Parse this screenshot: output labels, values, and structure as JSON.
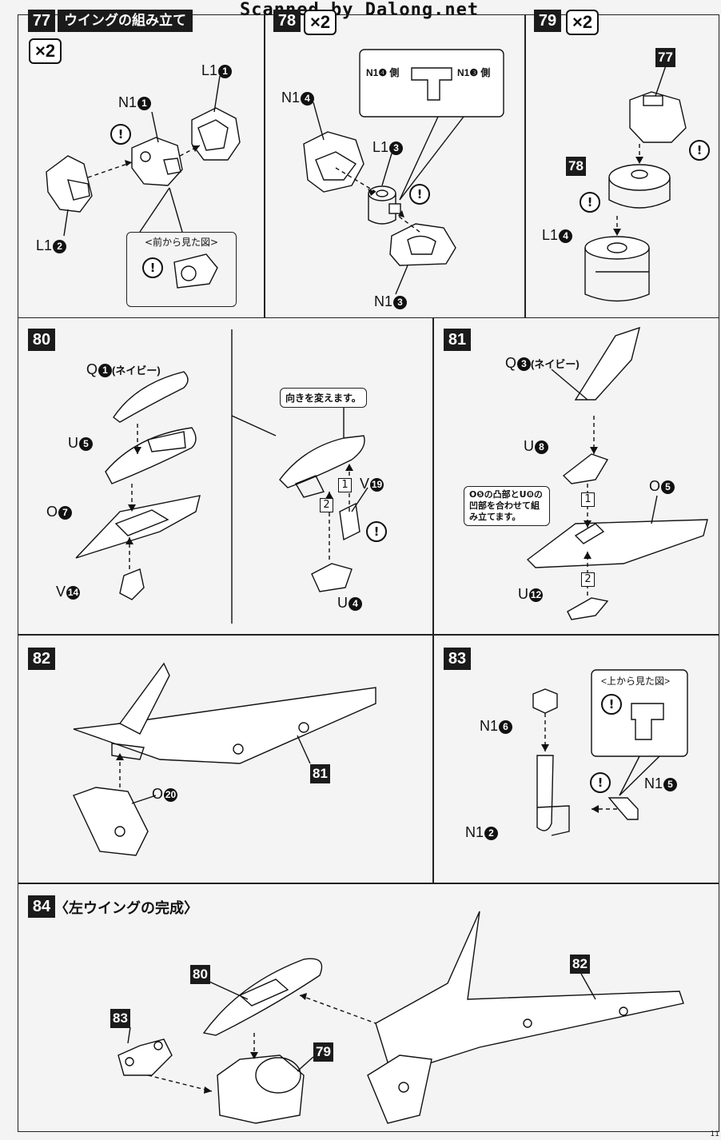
{
  "watermark": "Scanned by Dalong.net",
  "steps": {
    "s77": {
      "num": "77",
      "title": "ウイングの組み立て",
      "multiplier": "×2"
    },
    "s78": {
      "num": "78",
      "multiplier": "×2"
    },
    "s79": {
      "num": "79",
      "multiplier": "×2"
    },
    "s80": {
      "num": "80"
    },
    "s81": {
      "num": "81"
    },
    "s82": {
      "num": "82"
    },
    "s83": {
      "num": "83"
    },
    "s84": {
      "num": "84",
      "title": "〈左ウイングの完成〉"
    }
  },
  "labels": {
    "s77": {
      "l1_1": "L1",
      "n1_1": "N1",
      "l1_2": "L1",
      "view": "<前から見た図>"
    },
    "s78": {
      "n1_4": "N1",
      "l1_3": "L1",
      "n1_3": "N1",
      "side_n14": "N1❹ 側",
      "side_n13": "N1❸ 側"
    },
    "s79": {
      "ref77": "77",
      "ref78": "78",
      "l1_4": "L1"
    },
    "s80": {
      "q1": "Q",
      "q1_note": "(ネイビー)",
      "u5": "U",
      "o7": "O",
      "v14": "V",
      "turn_note": "向きを変えます。",
      "v19": "V",
      "u4": "U",
      "seq1": "1",
      "seq2": "2"
    },
    "s81": {
      "q3": "Q",
      "q3_note": "(ネイビー)",
      "u8": "U",
      "o5": "O",
      "u12": "U",
      "note": "O❺の凸部とU❽の凹部を合わせて組み立てます。",
      "seq1": "1",
      "seq2": "2"
    },
    "s82": {
      "ref81": "81",
      "o20": "O"
    },
    "s83": {
      "n16": "N1",
      "view": "<上から見た図>",
      "n15": "N1",
      "n12": "N1"
    },
    "s84": {
      "ref80": "80",
      "ref82": "82",
      "ref83": "83",
      "ref79": "79"
    }
  },
  "nums": {
    "one": "1",
    "two": "2",
    "three": "3",
    "four": "4",
    "five": "5",
    "six": "6",
    "seven": "7",
    "eight": "8",
    "twelve": "12",
    "fourteen": "14",
    "nineteen": "19",
    "twenty": "20"
  },
  "page_number": "11",
  "warning_glyph": "!"
}
